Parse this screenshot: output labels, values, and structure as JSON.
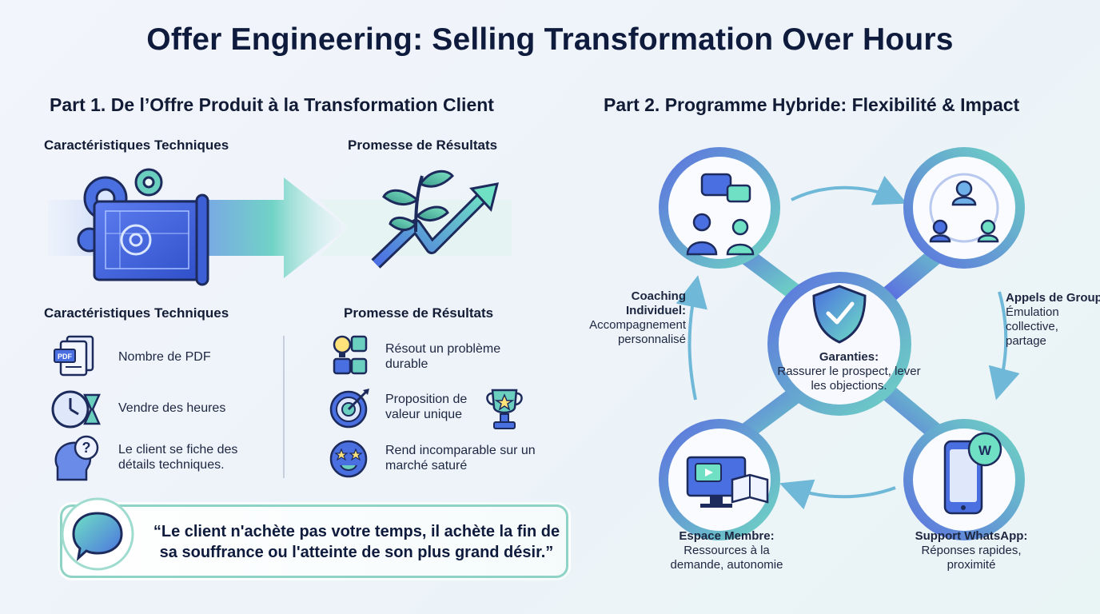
{
  "title": "Offer Engineering: Selling Transformation Over Hours",
  "part1": {
    "title": "Part 1. De l’Offre Produit à la Transformation Client",
    "top_left_heading": "Caractéristiques Techniques",
    "top_right_heading": "Promesse de Résultats",
    "left_heading": "Caractéristiques Techniques",
    "right_heading": "Promesse de Résultats",
    "left_items": [
      {
        "icon": "pdf-documents-icon",
        "text": "Nombre de PDF"
      },
      {
        "icon": "clock-hourglass-icon",
        "text": "Vendre des heures"
      },
      {
        "icon": "head-question-icon",
        "text": "Le client se fiche des détails techniques."
      }
    ],
    "right_items": [
      {
        "icon": "lightbulb-puzzle-icon",
        "text": "Résout un problème durable"
      },
      {
        "icon": "target-icon",
        "text": "Proposition de valeur unique"
      },
      {
        "icon": "star-eyes-icon",
        "text": "Rend incomparable sur un marché saturé"
      }
    ],
    "quote": "“Le client n'achète pas votre temps, il achète la fin de sa souffrance ou l'atteinte de son plus grand désir.”"
  },
  "part2": {
    "title": "Part 2. Programme Hybride: Flexibilité & Impact",
    "center": {
      "title": "Garanties:",
      "text": "Rassurer le prospect, lever les objections."
    },
    "nodes": {
      "coaching": {
        "title": "Coaching Individuel:",
        "text": "Accompagnement personnalisé"
      },
      "group": {
        "title": "Appels de Group",
        "text": "Émulation collective, partage"
      },
      "member": {
        "title": "Espace Membre:",
        "text": "Ressources à la demande, autonomie"
      },
      "whatsapp": {
        "title": "Support WhatsApp:",
        "text": "Réponses rapides, proximité"
      }
    }
  },
  "colors": {
    "navy": "#0f1b3d",
    "blue": "#4a6fe0",
    "teal": "#5fd3b8",
    "purple": "#6a5bd8"
  }
}
